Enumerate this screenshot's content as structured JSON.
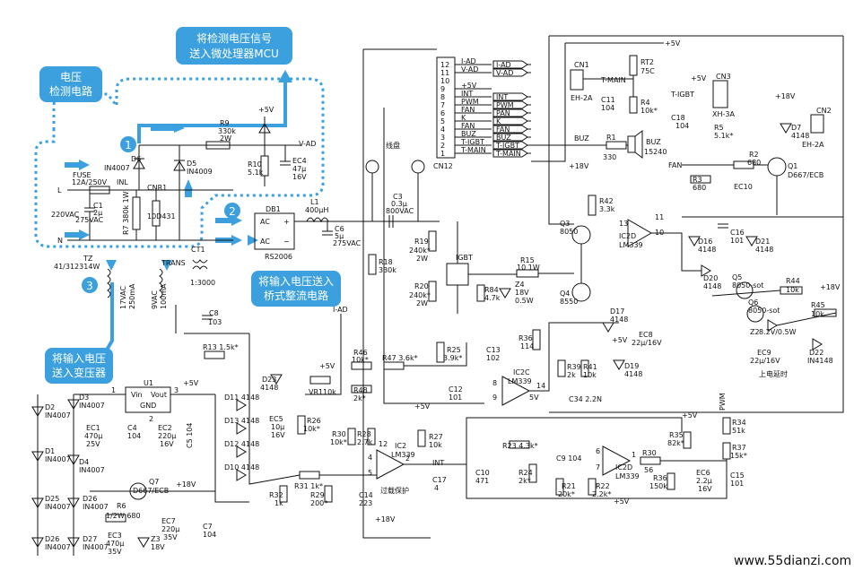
{
  "callouts": {
    "mcu_signal_line1": "将检测电压信号",
    "mcu_signal_line2": "送入微处理器MCU",
    "voltage_detect_line1": "电压",
    "voltage_detect_line2": "检测电路",
    "bridge_input_line1": "将输入电压送入",
    "bridge_input_line2": "桥式整流电路",
    "transformer_input_line1": "将输入电压",
    "transformer_input_line2": "送入变压器"
  },
  "step_numbers": [
    "1",
    "2",
    "3"
  ],
  "power_input": {
    "fuse": "FUSE",
    "fuse_rating": "12A/250V",
    "inl": "INL",
    "L": "L",
    "N": "N",
    "ac": "220VAC",
    "c1": "C1",
    "c1_val": "2μ",
    "c1_volt": "275VAC",
    "cnr1": "CNR1",
    "cnr1_val": "10D431",
    "r7": "R7 380k 1W"
  },
  "detect": {
    "d6": "D6",
    "d6_type": "IN4007",
    "d5": "D5",
    "d5_type": "IN4009",
    "r9": "R9",
    "r9_val1": "330k",
    "r9_val2": "2W",
    "r10": "R10",
    "r10_val": "5.1k",
    "ec4": "EC4",
    "ec4_val1": "47μ",
    "ec4_val2": "16V",
    "plus5v": "+5V",
    "vad": "V-AD"
  },
  "rectifier": {
    "db1": "DB1",
    "ac1": "AC",
    "ac2": "AC",
    "plus": "+",
    "minus": "−",
    "part": "RS2006",
    "l1": "L1",
    "l1_val": "400μH",
    "c6": "C6",
    "c6_val": "5μ",
    "c6_volt": "275VAC",
    "c3": "C3",
    "c3_val": "0.3μ",
    "c3_volt": "800VAC",
    "coil": "线盘"
  },
  "ct": {
    "ct1": "CT1",
    "trans": "TRANS",
    "ratio": "1:3000",
    "tz": "TZ",
    "tz_val": "41/312314W",
    "w17": "17VAC",
    "w17a": "250mA",
    "w9": "9VAC",
    "w9a": "100mA",
    "c8": "C8",
    "c8_val": "103",
    "r13": "R13 1.5k*",
    "iad": "I-AD"
  },
  "cn12": {
    "label": "CN12",
    "pins": [
      "12",
      "11",
      "10",
      "9",
      "8",
      "7",
      "6",
      "5",
      "4",
      "3",
      "2",
      "1"
    ],
    "signals": [
      "I-AD",
      "V-AD",
      "",
      "+5V",
      "INT",
      "PWM",
      "FAN",
      "K",
      "FAN",
      "BUZ",
      "T-IGBT",
      "T-MAIN"
    ],
    "tags": [
      "I-AD",
      "V-AD",
      "",
      "",
      "INT",
      "PWM",
      "PAN",
      "K",
      "FAN",
      "BUZ",
      "T-IGBT",
      "T-MAIN"
    ]
  },
  "top_right": {
    "plus5v": "+5V",
    "cn1": "CN1",
    "cn1_part": "EH-2A",
    "tmain": "T-MAIN",
    "rt2": "RT2",
    "rt2_val": "75C",
    "c11": "C11",
    "c11_val": "104",
    "r4": "R4",
    "r4_val": "10k*",
    "buz": "BUZ",
    "r1": "R1",
    "r1_val": "330",
    "buz_part": "BUZ",
    "buz_val": "15240",
    "tigbt": "T-IGBT",
    "cn3": "CN3",
    "cn3_part": "XH-3A",
    "c18": "C18",
    "c18_val": "104",
    "r5": "R5",
    "r5_val": "5.1k*",
    "plus18v": "+18V",
    "d7": "D7",
    "d7_type": "4148",
    "cn2": "CN2",
    "cn2_part": "EH-2A",
    "fan": "FAN",
    "r2": "R2",
    "r2_val": "680",
    "r3": "R3",
    "r3_val": "680",
    "ec10": "EC10",
    "q1": "Q1",
    "q1_part": "D667/ECB"
  },
  "igbt_driver": {
    "plus18v": "+18V",
    "r42": "R42",
    "r42_val": "3.3k",
    "q3": "Q3",
    "q3_part": "8050",
    "q4": "Q4",
    "q4_part": "8550",
    "r15": "R15",
    "r15_val": "10 1W",
    "igbt": "IGBT",
    "r19": "R19",
    "r19_val": "240k*",
    "r19_w": "2W",
    "r20": "R20",
    "r20_val": "240k*",
    "r20_w": "2W",
    "r18": "R18",
    "r18_val": "330k",
    "r84": "R84",
    "r84_val": "4.7k",
    "z4": "Z4",
    "z4_val": "18V",
    "z4_w": "0.5W",
    "ic2d": "IC2D",
    "ic2d_part": "LM339",
    "pin13": "13",
    "pin11": "11",
    "pin10": "10",
    "d17": "D17",
    "d17_type": "4148",
    "ec8": "EC8",
    "ec8_val": "22μ/16V",
    "plus5v": "+5V"
  },
  "right_block": {
    "c16": "C16",
    "c16_val": "101",
    "d16": "D16",
    "d16_type": "4148",
    "d21": "D21",
    "d21_type": "4148",
    "d20": "D20",
    "d20_type": "4148",
    "q5": "Q5",
    "q5_part": "8050-sot",
    "r44": "R44",
    "r44_val": "10k",
    "plus18v": "+18V",
    "q6": "Q6",
    "q6_part": "8050-sot",
    "z2": "Z2",
    "z2_val": "8.2V/0.5W",
    "r45": "R45",
    "r45_val": "10k",
    "ec9": "EC9",
    "ec9_val": "22μ/16V",
    "d22": "D22",
    "d22_type": "IN4148",
    "delay": "上电延时"
  },
  "comparator_c": {
    "r25": "R25",
    "r25_val": "3.9k*",
    "c13": "C13",
    "c13_val": "102",
    "r36": "R36",
    "r36_val": "114",
    "ic2c": "IC2C",
    "ic2c_part": "LM339",
    "pin8": "8",
    "pin9": "9",
    "pin14": "14",
    "v5": "5V",
    "r39": "R39",
    "r39_val": "2k",
    "r41": "R41",
    "r41_val": "10k",
    "d19": "D19",
    "d19_type": "4148",
    "c34": "C34 2.2N",
    "c12": "C12",
    "c12_val": "101"
  },
  "left_center": {
    "plus5v": "+5V",
    "r46": "R46",
    "r46_val": "10k*",
    "r47": "R47 3.6k*",
    "vr1": "VR1",
    "vr1_val": "10k",
    "r48": "R48",
    "r48_val": "2k*",
    "d23": "D23",
    "d23_type": "4148",
    "d11": "D11 4148",
    "d13": "D13 4148",
    "d12": "D12 4148",
    "d10": "D10 4148",
    "ec5": "EC5",
    "ec5_val1": "10μ",
    "ec5_val2": "16V",
    "r26": "R26",
    "r26_val": "10k*",
    "r31": "R31 1k*",
    "r32": "R32",
    "r32_val": "1k",
    "r29": "R29",
    "r29_val": "200*",
    "c14": "C14",
    "c14_val": "223",
    "r30": "R30",
    "r30_val": "10k*",
    "r28": "R28",
    "r28_val": "2.7k",
    "ic2": "IC2",
    "ic2_part": "LM339",
    "pin12": "12",
    "pin4": "4",
    "pin5": "5",
    "pin2": "2",
    "plus5v_b": "+5V",
    "r27": "R27",
    "r27_val": "10k",
    "c17": "C17",
    "c17_val": "4",
    "int": "INT",
    "overload": "过载保护",
    "plus18v": "+18V"
  },
  "bottom_center": {
    "r23": "R23 4.3k*",
    "c9": "C9 104",
    "c10": "C10",
    "c10_val": "471",
    "r24": "R24",
    "r24_val": "2k*",
    "r21": "R21",
    "r21_val": "20k*",
    "r22": "R22",
    "r22_val": "2.2k*",
    "plus5v": "+5V",
    "ic2d": "IC2D",
    "ic2d_part": "LM339",
    "pin6": "6",
    "pin7": "7",
    "pin1": "1",
    "r30b": "R30",
    "r30b_val": "56",
    "r35": "R35",
    "r35_val": "82k*",
    "plus5v_b": "+5V",
    "r36b": "R36",
    "r36b_val": "150k",
    "ec6": "EC6",
    "ec6_val1": "2.2μ",
    "ec6_val2": "16V",
    "pwm": "PWM",
    "r34": "R34",
    "r34_val": "51k",
    "r37": "R37",
    "r37_val": "15k*",
    "c15": "C15",
    "c15_val": "101"
  },
  "psu": {
    "d2": "D2",
    "d3": "D3",
    "d1": "D1",
    "d4": "D4",
    "type": "IN4007",
    "u1": "U1",
    "vin": "Vin",
    "vout": "Vout",
    "gnd": "GND",
    "pin1": "1",
    "pin2": "2",
    "pin3": "3",
    "ec1": "EC1",
    "ec1_val1": "470μ",
    "ec1_val2": "25V",
    "c4": "C4",
    "c4_val": "104",
    "ec2": "EC2",
    "ec2_val1": "220μ",
    "ec2_val2": "16V",
    "c5": "C5 104",
    "plus5v": "+5V",
    "d25": "D25",
    "d26": "D26",
    "d26b": "D26",
    "d27": "D27",
    "q7": "Q7",
    "q7_part": "D667/ECB",
    "plus18v": "+18V",
    "r6": "R6",
    "r6_val": "1/2W 680",
    "ec3": "EC3",
    "ec3_val1": "470μ",
    "ec3_val2": "35V",
    "z3": "Z3",
    "z3_val": "18V",
    "ec7": "EC7",
    "ec7_val1": "220μ",
    "ec7_val2": "35V",
    "c7": "C7",
    "c7_val": "104"
  },
  "watermark": "www.55dianzi.com",
  "colors": {
    "callout_blue": "#3ba0dd",
    "ink": "#111111",
    "watermark": "#cc2222"
  }
}
